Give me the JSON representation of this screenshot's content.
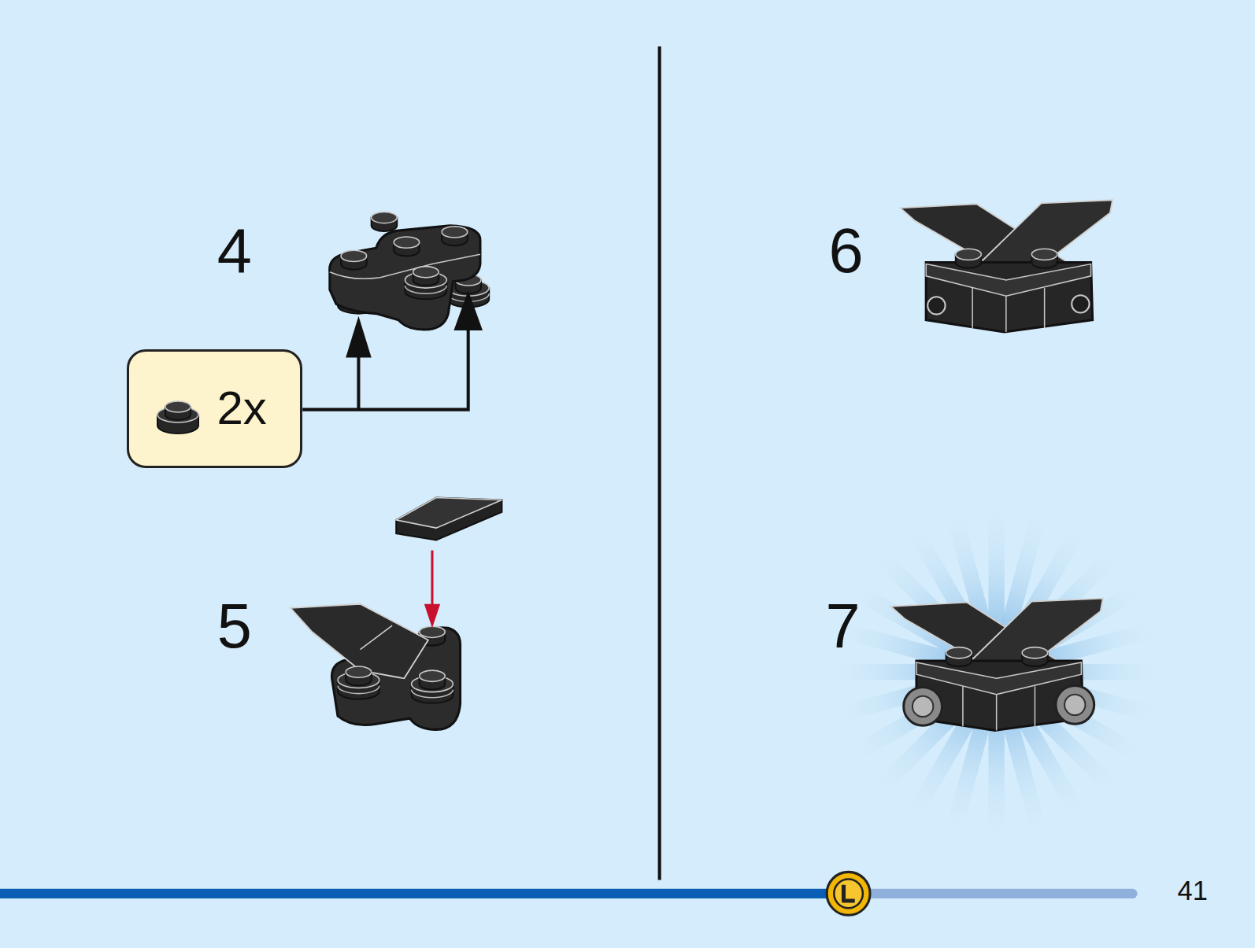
{
  "diagram": {
    "nodes": [
      {
        "text": [
          "2x"
        ]
      }
    ],
    "labels": [
      "4",
      "5",
      "6",
      "7",
      "41"
    ]
  }
}
